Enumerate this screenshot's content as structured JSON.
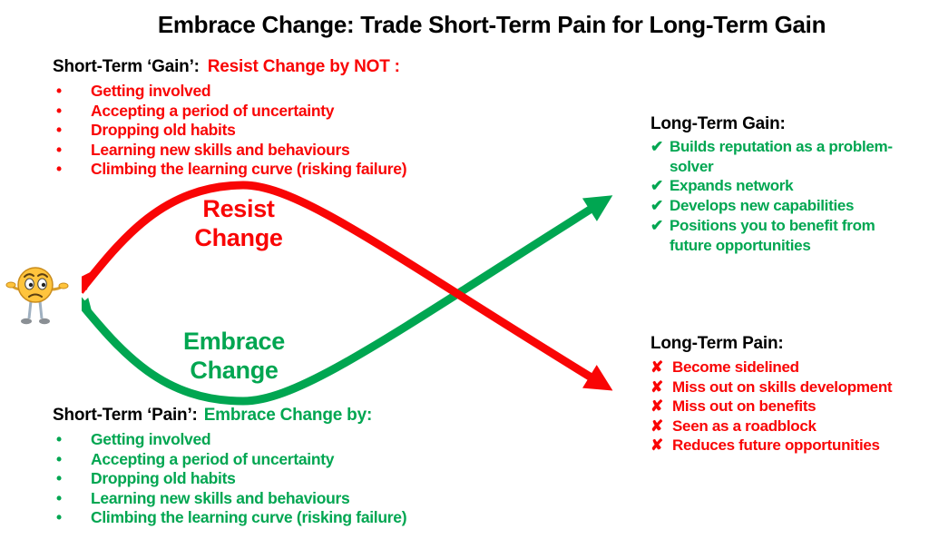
{
  "title": "Embrace Change: Trade Short-Term Pain for Long-Term Gain",
  "colors": {
    "red": "#f90505",
    "green": "#00a651",
    "black": "#000000"
  },
  "short_term_gain": {
    "header_black": "Short-Term ‘Gain’:",
    "header_red": "Resist Change by NOT :",
    "bullet": "•",
    "items": [
      "Getting involved",
      "Accepting a period of uncertainty",
      "Dropping old habits",
      "Learning new skills and behaviours",
      "Climbing the learning curve (risking failure)"
    ]
  },
  "short_term_pain": {
    "header_black": "Short-Term ‘Pain’:",
    "header_green": "Embrace Change by:",
    "bullet": "•",
    "items": [
      "Getting involved",
      "Accepting a period of uncertainty",
      "Dropping old habits",
      "Learning new skills and behaviours",
      "Climbing the learning curve (risking failure)"
    ]
  },
  "long_term_gain": {
    "header": "Long-Term Gain:",
    "marker": "✔",
    "items": [
      "Builds reputation as a problem-solver",
      "Expands network",
      "Develops new capabilities",
      "Positions you to benefit from future opportunities"
    ]
  },
  "long_term_pain": {
    "header": "Long-Term Pain:",
    "marker": "✘",
    "items": [
      "Become sidelined",
      "Miss out on skills development",
      "Miss out on benefits",
      "Seen as a roadblock",
      "Reduces future opportunities"
    ]
  },
  "arrows": {
    "resist_line1": "Resist",
    "resist_line2": "Change",
    "embrace_line1": "Embrace",
    "embrace_line2": "Change"
  }
}
